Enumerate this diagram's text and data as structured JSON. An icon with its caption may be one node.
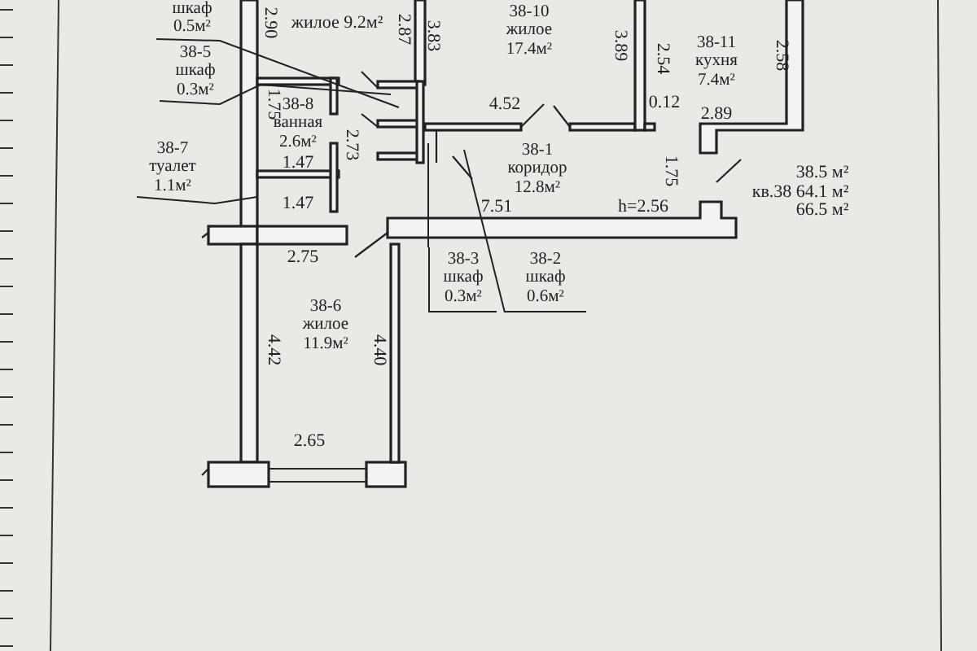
{
  "diagram": {
    "nodes": [
      {
        "text": [
          "шкаф 0.5м²"
        ]
      },
      {
        "text": [
          "38-5 шкаф 0.3м²"
        ]
      },
      {
        "text": [
          "38-7 туалет 1.1м²"
        ]
      },
      {
        "text": [
          "38-3 шкаф 0.3м²"
        ]
      },
      {
        "text": [
          "38-2 шкаф 0.6м²"
        ]
      }
    ],
    "edges": [
      {
        "from": 0,
        "to": null,
        "arrow": "none"
      },
      {
        "from": 1,
        "to": null,
        "arrow": "none"
      },
      {
        "from": 2,
        "to": null,
        "arrow": "none"
      },
      {
        "from": 3,
        "to": null,
        "arrow": "none"
      },
      {
        "from": 4,
        "to": null,
        "arrow": "none"
      }
    ],
    "labels": [
      "2.90",
      "жилое 9.2м²",
      "2.87",
      "3.83",
      "38-10 жилое 17.4м²",
      "3.89",
      "2.54",
      "38-11 кухня 7.4м²",
      "2.58",
      "4.52",
      "0.12",
      "2.89",
      "1.75",
      "38-8 ванная 2.6м²",
      "2.73",
      "1.47",
      "38-1 коридор 12.8м²",
      "1.75",
      "1.47",
      "7.51",
      "h=2.56",
      "38.5 м²",
      "кв.38",
      "64.1 м²",
      "66.5 м²",
      "2.75",
      "38-6 жилое 11.9м²",
      "4.42",
      "4.40",
      "2.65"
    ]
  }
}
